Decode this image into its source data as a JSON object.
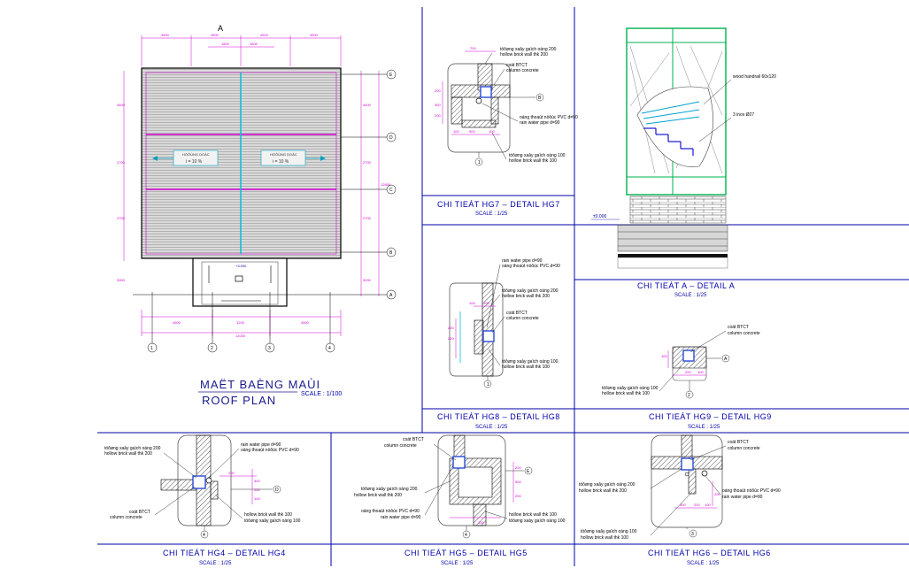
{
  "roof_plan": {
    "title_vn": "MAËT BAÈNG MAÙI",
    "title_en": "ROOF PLAN",
    "scale": "SCALE : 1/100",
    "section_mark": "A",
    "grid_cols": [
      "1",
      "2",
      "3",
      "4"
    ],
    "grid_rows": [
      "E",
      "D",
      "C",
      "B",
      "A"
    ],
    "slope_left_label": "HÖÔÙNG DOÁC",
    "slope_left": "i = 10 %",
    "slope_right_label": "HÖÔÙNG DOÁC",
    "slope_right": "i = 10 %",
    "level": "+3.000",
    "dims_top": [
      "4500",
      "4500",
      "4500",
      "4500"
    ],
    "dims_top_inner": [
      "1800",
      "1800"
    ],
    "dims_bottom": [
      "4500",
      "1200",
      "4500"
    ],
    "dim_bottom_total": "12000",
    "dims_left": [
      "4400",
      "2700",
      "2700",
      "3000"
    ],
    "dims_right": [
      "4400",
      "2700",
      "2700",
      "3000"
    ],
    "dim_right_total": "12800"
  },
  "details": {
    "hg7": {
      "title": "CHI TIEÁT HG7 – DETAIL HG7",
      "scale": "SCALE : 1/25",
      "axis_right": "B",
      "axis_bottom": "1",
      "notes": [
        "töôøng xaây gaïch oáng 200",
        "hollow brick wall thk 200",
        "coät BTCT",
        "column concrete",
        "oáng thoaùt nöôùc PVC d=90",
        "rain water pipe d=90",
        "töôøng xaây gaïch oáng 100",
        "hollow brick wall thk 100"
      ],
      "dims": [
        "700",
        "200",
        "300",
        "200",
        "100",
        "500",
        "100"
      ]
    },
    "hg8": {
      "title": "CHI TIEÁT HG8 – DETAIL HG8",
      "scale": "SCALE : 1/25",
      "axis_bottom": "1",
      "notes": [
        "rain water pipe d=90",
        "oáng thoaùt nöôùc PVC d=90",
        "töôøng xaây gaïch oáng 200",
        "hollow brick wall thk 200",
        "coät BTCT",
        "column concrete",
        "töôøng xaây gaïch oáng 100",
        "hollow brick wall thk 100"
      ],
      "dims": [
        "100",
        "200",
        "200",
        "100"
      ]
    },
    "hg9": {
      "title": "CHI TIEÁT HG9 – DETAIL HG9",
      "scale": "SCALE : 1/25",
      "axis_right": "A",
      "axis_bottom": "2",
      "notes": [
        "coät BTCT",
        "column concrete",
        "töôøng xaây gaïch oáng 100",
        "hollow brick wall thk 100"
      ],
      "dims": [
        "100",
        "200",
        "100"
      ]
    },
    "a": {
      "title": "CHI TIEÁT A – DETAIL A",
      "scale": "SCALE : 1/25",
      "level": "±0.000",
      "notes": [
        "wood handrail 60x120",
        "3 inox  Ø27"
      ]
    },
    "hg4": {
      "title": "CHI TIEÁT HG4 – DETAIL HG4",
      "scale": "SCALE : 1/25",
      "axis_right": "D",
      "axis_bottom": "4",
      "notes": [
        "töôøng xaây gaïch oáng 200",
        "hollow brick wall thk 200",
        "rain water pipe d=90",
        "oáng thoaùt nöôùc PVC d=90",
        "coät BTCT",
        "column concrete",
        "hollow brick wall thk 100",
        "töôøng xaây gaïch oáng 100"
      ],
      "dims": [
        "200",
        "300",
        "200",
        "100"
      ]
    },
    "hg5": {
      "title": "CHI TIEÁT HG5 – DETAIL HG5",
      "scale": "SCALE : 1/25",
      "axis_right": "E",
      "axis_bottom": "4",
      "notes": [
        "coät BTCT",
        "column concrete",
        "töôøng xaây gaïch oáng 200",
        "hollow brick wall thk 200",
        "oáng thoaùt nöôùc PVC d=90",
        "rain water pipe d=90",
        "hollow brick wall thk 100",
        "töôøng xaây gaïch oáng 100"
      ],
      "dims": [
        "200",
        "500",
        "200",
        "100"
      ]
    },
    "hg6": {
      "title": "CHI TIEÁT HG6 – DETAIL HG6",
      "scale": "SCALE : 1/25",
      "axis_bottom": "3",
      "notes": [
        "coät BTCT",
        "column concrete",
        "töôøng xaây gaïch oáng 200",
        "hollow brick wall thk 200",
        "oáng thoaùt nöôùc PVC d=90",
        "rain water pipe d=90",
        "töôøng xaây gaïch oáng 100",
        "hollow brick wall thk 100"
      ],
      "dims": [
        "300",
        "200",
        "100",
        "200"
      ]
    }
  },
  "colors": {
    "frame": "#0000aa",
    "magenta": "#d000d0",
    "cyan": "#00c0e0",
    "green": "#00b050",
    "hatch": "#7a7a7a",
    "concrete": "#2a4bd6",
    "paper": "#ffffff"
  }
}
